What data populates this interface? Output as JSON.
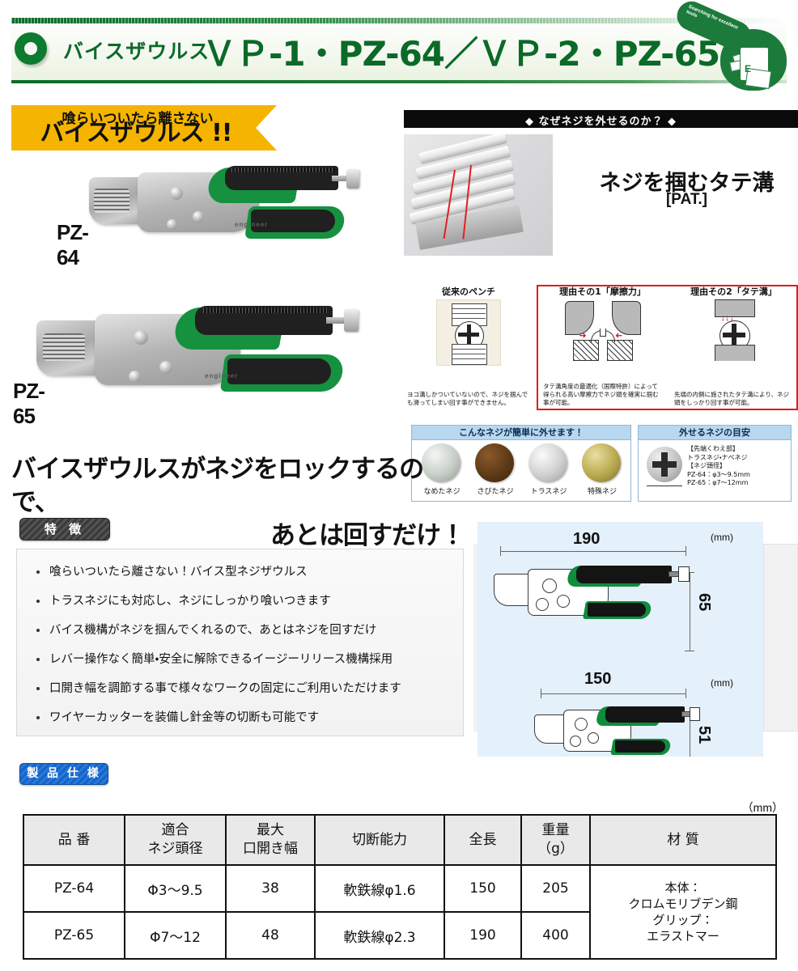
{
  "header": {
    "logo_kana": "バイスザウルス",
    "model_title": "ＶＰ-1・PZ-64／ＶＰ-2・PZ-65",
    "badge_text": "Searching for excellent tools",
    "badge_letter": "E"
  },
  "banner": {
    "sub": "喰らいついたら離さない",
    "main": "バイスザウルス !!"
  },
  "products": [
    {
      "label": "PZ-64"
    },
    {
      "label": "PZ-65"
    }
  ],
  "tech": {
    "bar_title": "◆ なぜネジを外せるのか？ ◆",
    "title": "ネジを掴むタテ溝",
    "patent": "[PAT.]",
    "reasons": [
      {
        "heading": "従来のペンチ",
        "caption": "ヨコ溝しかついていないので、ネジを掴んでも滑ってしまい回す事ができません。"
      },
      {
        "heading": "理由その1「摩擦力」",
        "caption": "タテ溝角度の最適化（国際特許）によって得られる高い摩擦力でネジ頭を確実に掴む事が可能。"
      },
      {
        "heading": "理由その2「タテ溝」",
        "caption": "先端の内側に施されたタテ溝により、ネジ頭をしっかり回す事が可能。"
      }
    ],
    "screw_box": {
      "heading": "こんなネジが簡単に外せます！",
      "items": [
        {
          "label": "なめたネジ"
        },
        {
          "label": "さびたネジ"
        },
        {
          "label": "トラスネジ"
        },
        {
          "label": "特殊ネジ"
        }
      ]
    },
    "guide_box": {
      "heading": "外せるネジの目安",
      "lines": [
        "【先端くわえ部】",
        "トラスネジ・ナベネジ",
        "【ネジ頭径】",
        "PZ-64：φ3～9.5mm",
        "PZ-65：φ7～12mm"
      ]
    }
  },
  "headline": {
    "line1": "バイスザウルスがネジをロックするので、",
    "line2": "あとは回すだけ！"
  },
  "feature": {
    "tag": "特 徴",
    "items": [
      "喰らいついたら離さない！バイス型ネジザウルス",
      "トラスネジにも対応し、ネジにしっかり喰いつきます",
      "バイス機構がネジを掴んでくれるので、あとはネジを回すだけ",
      "レバー操作なく簡単・安全に解除できるイージーリリース機構採用",
      "口開き幅を調節する事で様々なワークの固定にご利用いただけます",
      "ワイヤーカッターを装備し針金等の切断も可能です"
    ]
  },
  "dimensions": {
    "unit": "(mm)",
    "drawings": [
      {
        "length": "190",
        "height": "65"
      },
      {
        "length": "150",
        "height": "51"
      }
    ]
  },
  "spec": {
    "tag": "製 品 仕 様",
    "unit_note": "（mm）",
    "headers": [
      "品 番",
      "適合\nネジ頭径",
      "最大\n口開き幅",
      "切断能力",
      "全長",
      "重量\n（g）",
      "材 質"
    ],
    "header_lines": [
      [
        "品 番"
      ],
      [
        "適合",
        "ネジ頭径"
      ],
      [
        "最大",
        "口開き幅"
      ],
      [
        "切断能力"
      ],
      [
        "全長"
      ],
      [
        "重量",
        "（g）"
      ],
      [
        "材 質"
      ]
    ],
    "rows": [
      {
        "model": "PZ-64",
        "head_dia": "Φ3～9.5",
        "max_open": "38",
        "cut": "軟鉄線φ1.6",
        "length": "150",
        "weight": "205"
      },
      {
        "model": "PZ-65",
        "head_dia": "Φ7～12",
        "max_open": "48",
        "cut": "軟鉄線φ2.3",
        "length": "190",
        "weight": "400"
      }
    ],
    "material_lines": [
      "本体：",
      "クロムモリブデン鋼",
      "グリップ：",
      "エラストマー"
    ]
  },
  "colors": {
    "brand_green": "#0b6b2a",
    "banner_yellow": "#F5B400",
    "grip_green": "#16913f",
    "accent_red": "#e11b1b",
    "spec_tag_blue": "#1464c8",
    "panel_blue": "#e4f0fa"
  }
}
